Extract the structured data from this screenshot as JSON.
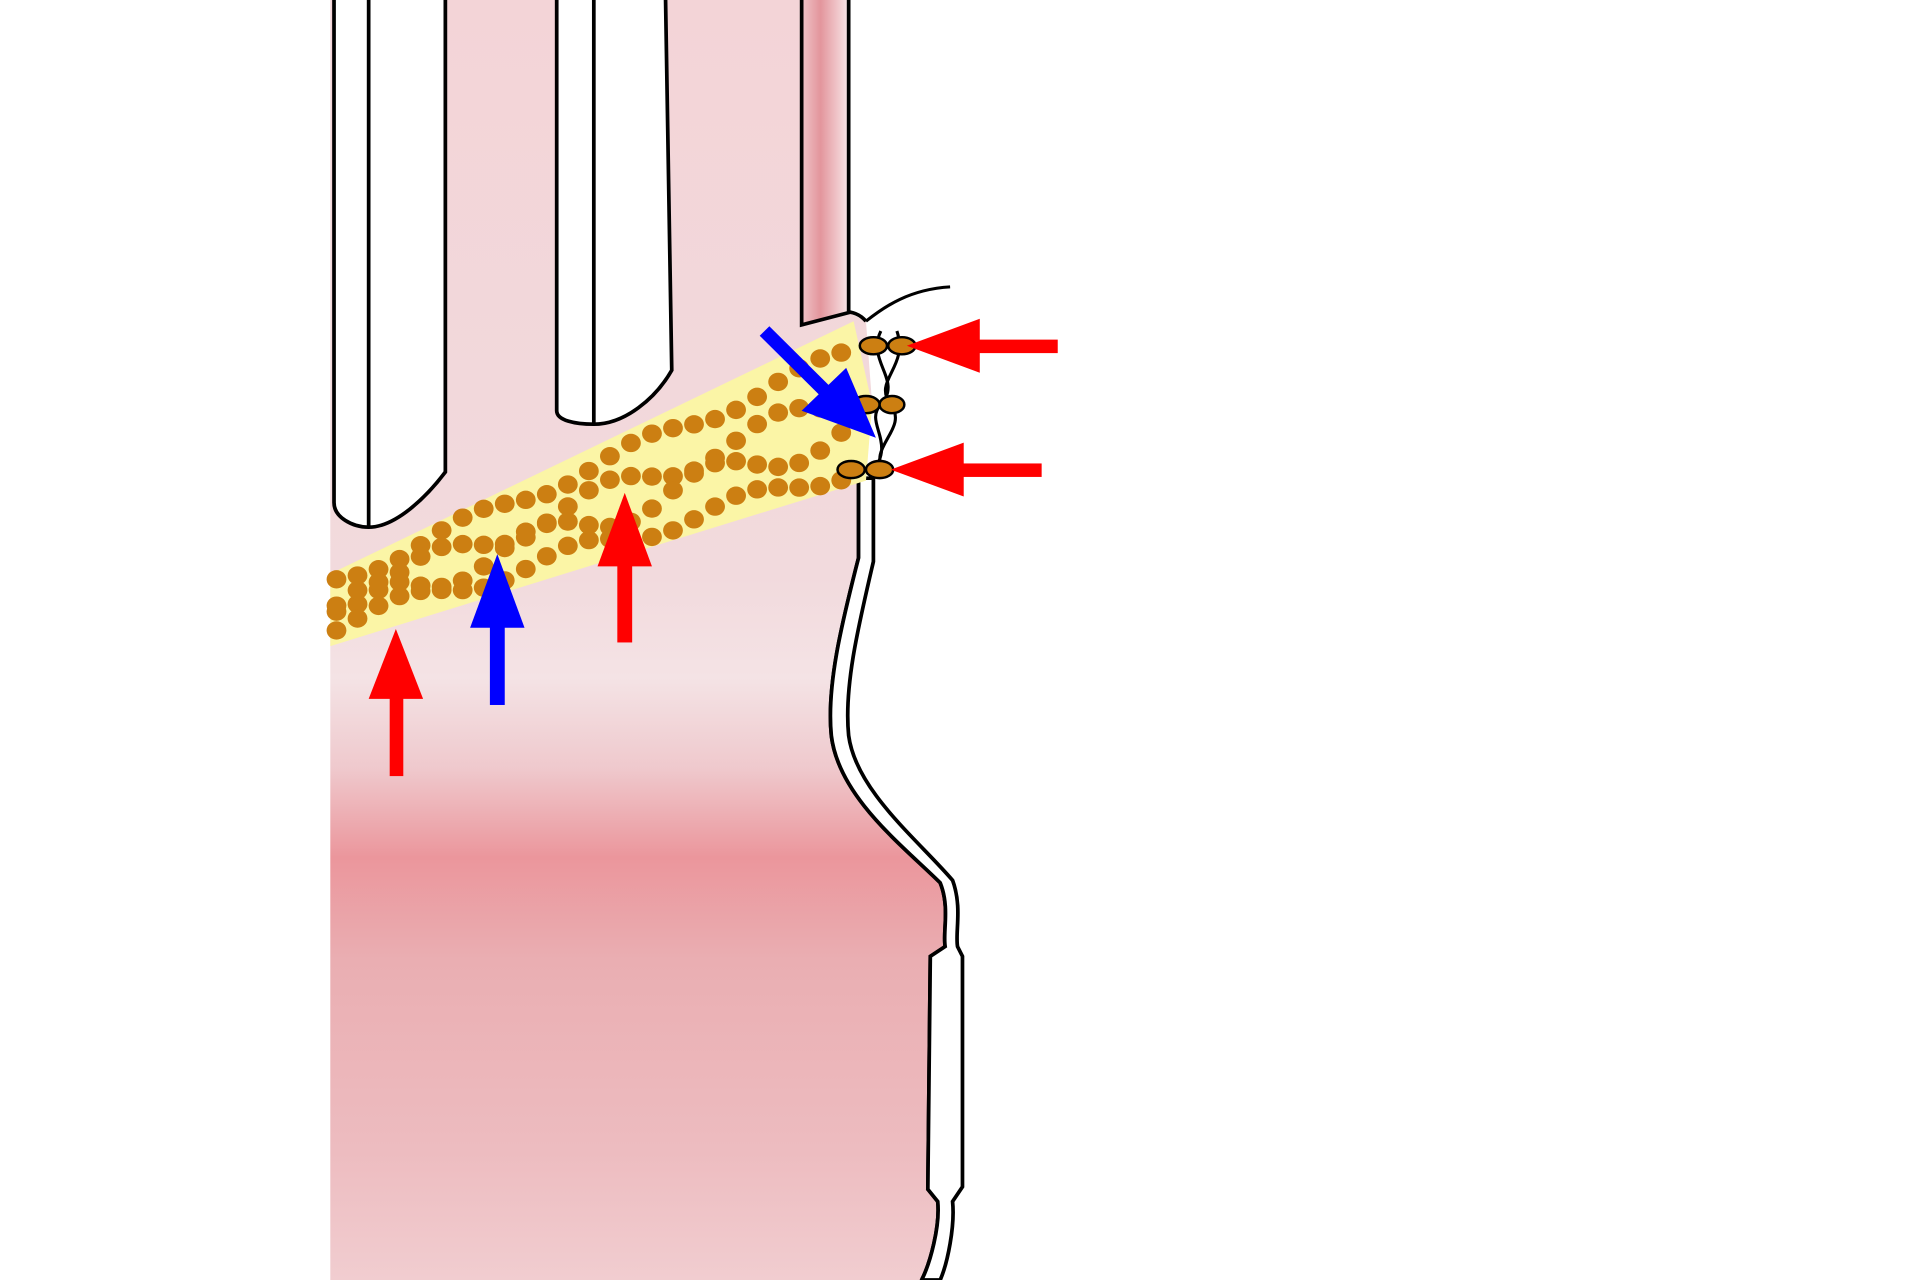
{
  "diagram": {
    "colors": {
      "tissue_light": "#f3d4d7",
      "tissue_pale": "#f4e2e4",
      "tissue_dark": "#eb969c",
      "tissue_bottom": "#f1cdd0",
      "band": "#fbf5a6",
      "granule": "#cc7f12",
      "outline": "#000000",
      "red_arrow": "#ff0000",
      "blue_arrow": "#0000ff"
    },
    "arrows": [
      {
        "color": "red",
        "direction": "up"
      },
      {
        "color": "blue",
        "direction": "up"
      },
      {
        "color": "red",
        "direction": "up"
      },
      {
        "color": "red",
        "direction": "left"
      },
      {
        "color": "red",
        "direction": "left"
      },
      {
        "color": "blue",
        "direction": "down-right"
      }
    ]
  }
}
